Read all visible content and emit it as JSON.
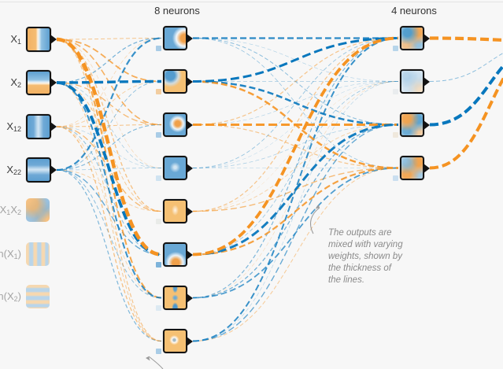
{
  "colors": {
    "positive": "#0877bd",
    "negative": "#f59322",
    "node_border": "#131313",
    "background": "#f7f7f7"
  },
  "headers": {
    "hidden1": "8 neurons",
    "hidden2": "4 neurons"
  },
  "inputs": [
    {
      "id": "x1",
      "active": true,
      "pattern": "p-x1",
      "label": [
        {
          "t": "X",
          "s": false
        },
        {
          "t": "1",
          "s": true
        }
      ]
    },
    {
      "id": "x2",
      "active": true,
      "pattern": "p-x2",
      "label": [
        {
          "t": "X",
          "s": false
        },
        {
          "t": "2",
          "s": true
        }
      ]
    },
    {
      "id": "x1sq",
      "active": true,
      "pattern": "p-x12",
      "label": [
        {
          "t": "X",
          "s": false
        },
        {
          "t": "12",
          "s": true
        }
      ]
    },
    {
      "id": "x2sq",
      "active": true,
      "pattern": "p-x22",
      "label": [
        {
          "t": "X",
          "s": false
        },
        {
          "t": "22",
          "s": true
        }
      ]
    },
    {
      "id": "x1x2",
      "active": false,
      "pattern": "p-x1x2",
      "label": [
        {
          "t": "X",
          "s": false
        },
        {
          "t": "1",
          "s": true
        },
        {
          "t": "X",
          "s": false
        },
        {
          "t": "2",
          "s": true
        }
      ]
    },
    {
      "id": "sinx1",
      "active": false,
      "pattern": "p-sinx1",
      "label": [
        {
          "t": "sin(X",
          "s": false
        },
        {
          "t": "1",
          "s": true
        },
        {
          "t": ")",
          "s": false
        }
      ]
    },
    {
      "id": "sinx2",
      "active": false,
      "pattern": "p-sinx2",
      "label": [
        {
          "t": "sin(X",
          "s": false
        },
        {
          "t": "2",
          "s": true
        },
        {
          "t": ")",
          "s": false
        }
      ]
    }
  ],
  "hidden1": {
    "neurons": [
      {
        "pattern": "p-m1",
        "bias": "#a9cce6"
      },
      {
        "pattern": "p-m2",
        "bias": "#f2cda0"
      },
      {
        "pattern": "p-m3",
        "bias": "#a9cce6"
      },
      {
        "pattern": "p-m4",
        "bias": "#cfe3f1"
      },
      {
        "pattern": "p-m5",
        "bias": "#e9ebe8"
      },
      {
        "pattern": "p-m6",
        "bias": "#7db3da"
      },
      {
        "pattern": "p-m7",
        "bias": "#dce9f2"
      },
      {
        "pattern": "p-m8",
        "bias": "#a9cce6"
      }
    ]
  },
  "hidden2": {
    "neurons": [
      {
        "pattern": "p-r1",
        "bias": "#b7d5ea"
      },
      {
        "pattern": "p-r2",
        "bias": "#e9ecee"
      },
      {
        "pattern": "p-r3",
        "bias": "#efe8dc"
      },
      {
        "pattern": "p-r4",
        "bias": "#cadff0"
      }
    ]
  },
  "network": {
    "input_to_hidden": [
      [
        {
          "s": -1,
          "w": 1.0,
          "o": 0.5
        },
        {
          "s": -1,
          "w": 1.8,
          "o": 0.75
        },
        {
          "s": -1,
          "w": 1.6,
          "o": 0.7
        },
        {
          "s": -1,
          "w": 0.7,
          "o": 0.3
        },
        {
          "s": -1,
          "w": 1.3,
          "o": 0.55
        },
        {
          "s": -1,
          "w": 4.6,
          "o": 1
        },
        {
          "s": -1,
          "w": 2.0,
          "o": 0.8
        },
        {
          "s": -1,
          "w": 1.2,
          "o": 0.5
        }
      ],
      [
        {
          "s": 1,
          "w": 1.2,
          "o": 0.55
        },
        {
          "s": 1,
          "w": 3.4,
          "o": 1
        },
        {
          "s": -1,
          "w": 1.4,
          "o": 0.6
        },
        {
          "s": 1,
          "w": 0.7,
          "o": 0.35
        },
        {
          "s": -1,
          "w": 1.0,
          "o": 0.45
        },
        {
          "s": 1,
          "w": 3.8,
          "o": 1
        },
        {
          "s": 1,
          "w": 2.0,
          "o": 0.8
        },
        {
          "s": -1,
          "w": 1.0,
          "o": 0.45
        }
      ],
      [
        {
          "s": -1,
          "w": 0.7,
          "o": 0.35
        },
        {
          "s": -1,
          "w": 0.9,
          "o": 0.4
        },
        {
          "s": -1,
          "w": 1.1,
          "o": 0.5
        },
        {
          "s": 1,
          "w": 0.6,
          "o": 0.3
        },
        {
          "s": -1,
          "w": 1.4,
          "o": 0.6
        },
        {
          "s": 1,
          "w": 1.0,
          "o": 0.45
        },
        {
          "s": -1,
          "w": 0.8,
          "o": 0.4
        },
        {
          "s": -1,
          "w": 1.3,
          "o": 0.55
        }
      ],
      [
        {
          "s": 1,
          "w": 2.2,
          "o": 0.8
        },
        {
          "s": 1,
          "w": 0.9,
          "o": 0.45
        },
        {
          "s": 1,
          "w": 1.1,
          "o": 0.5
        },
        {
          "s": 1,
          "w": 0.7,
          "o": 0.35
        },
        {
          "s": -1,
          "w": 0.9,
          "o": 0.4
        },
        {
          "s": 1,
          "w": 1.4,
          "o": 0.6
        },
        {
          "s": 1,
          "w": 1.0,
          "o": 0.45
        },
        {
          "s": 1,
          "w": 1.2,
          "o": 0.5
        }
      ]
    ],
    "hidden_to_output": [
      [
        {
          "s": 1,
          "w": 2.2,
          "o": 0.85
        },
        {
          "s": 1,
          "w": 0.6,
          "o": 0.3
        },
        {
          "s": 1,
          "w": 1.0,
          "o": 0.45
        },
        {
          "s": 1,
          "w": 0.8,
          "o": 0.4
        }
      ],
      [
        {
          "s": 1,
          "w": 3.0,
          "o": 1
        },
        {
          "s": 1,
          "w": 0.7,
          "o": 0.35
        },
        {
          "s": 1,
          "w": 2.5,
          "o": 0.9
        },
        {
          "s": -1,
          "w": 2.5,
          "o": 0.9
        }
      ],
      [
        {
          "s": -1,
          "w": 1.2,
          "o": 0.5
        },
        {
          "s": 1,
          "w": 0.6,
          "o": 0.3
        },
        {
          "s": -1,
          "w": 3.0,
          "o": 0.95
        },
        {
          "s": -1,
          "w": 1.2,
          "o": 0.5
        }
      ],
      [
        {
          "s": 1,
          "w": 0.9,
          "o": 0.4
        },
        {
          "s": 1,
          "w": 0.5,
          "o": 0.28
        },
        {
          "s": 1,
          "w": 0.7,
          "o": 0.35
        },
        {
          "s": 1,
          "w": 0.6,
          "o": 0.3
        }
      ],
      [
        {
          "s": -1,
          "w": 1.2,
          "o": 0.5
        },
        {
          "s": -1,
          "w": 0.5,
          "o": 0.28
        },
        {
          "s": -1,
          "w": 0.9,
          "o": 0.4
        },
        {
          "s": -1,
          "w": 1.4,
          "o": 0.6
        }
      ],
      [
        {
          "s": -1,
          "w": 3.8,
          "o": 1
        },
        {
          "s": 1,
          "w": 0.8,
          "o": 0.4
        },
        {
          "s": 1,
          "w": 3.0,
          "o": 0.95
        },
        {
          "s": -1,
          "w": 2.2,
          "o": 0.85
        }
      ],
      [
        {
          "s": 1,
          "w": 1.2,
          "o": 0.5
        },
        {
          "s": -1,
          "w": 0.6,
          "o": 0.3
        },
        {
          "s": 1,
          "w": 1.3,
          "o": 0.55
        },
        {
          "s": 1,
          "w": 1.8,
          "o": 0.7
        }
      ],
      [
        {
          "s": 1,
          "w": 2.0,
          "o": 0.8
        },
        {
          "s": 1,
          "w": 0.6,
          "o": 0.3
        },
        {
          "s": 1,
          "w": 1.4,
          "o": 0.6
        },
        {
          "s": -1,
          "w": 1.0,
          "o": 0.45
        }
      ]
    ],
    "output_weights": [
      {
        "s": -1,
        "w": 4.2,
        "o": 1
      },
      {
        "s": 1,
        "w": 1.0,
        "o": 0.45
      },
      {
        "s": 1,
        "w": 4.0,
        "o": 1
      },
      {
        "s": -1,
        "w": 4.0,
        "o": 1
      }
    ]
  },
  "annotation": {
    "lines": [
      "The outputs are",
      "mixed with varying",
      "weights, shown by",
      "the thickness of",
      "the lines."
    ]
  }
}
